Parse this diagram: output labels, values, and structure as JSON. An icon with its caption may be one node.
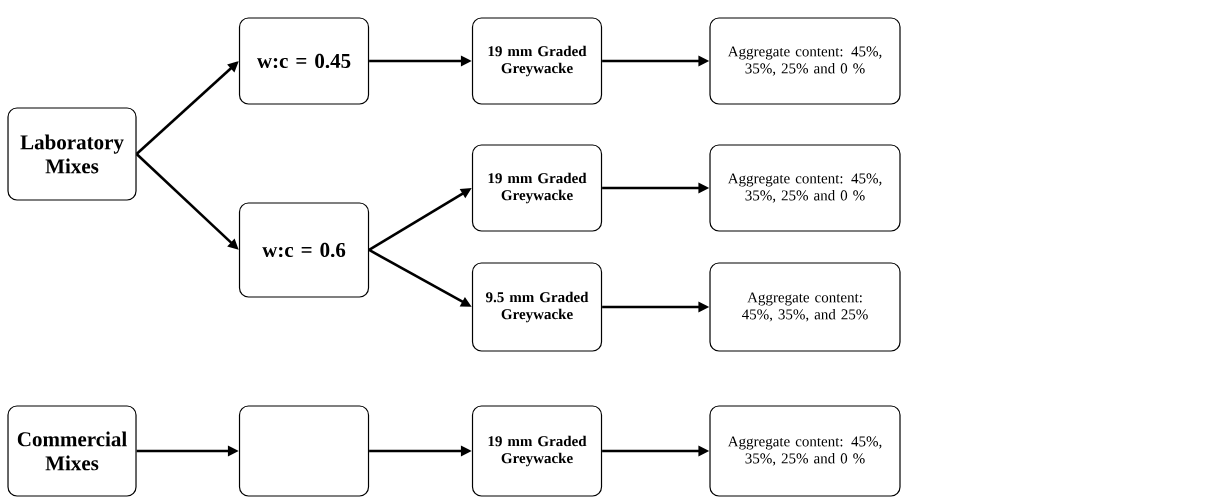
{
  "diagram": {
    "nodes": [
      {
        "text": [
          "Laboratory Mixes"
        ]
      },
      {
        "text": [
          "w:c = 0.45"
        ]
      },
      {
        "text": [
          "19 mm Graded Greywacke"
        ]
      },
      {
        "text": [
          "Aggregate content: 45%, 35%, 25% and 0 %"
        ]
      },
      {
        "text": [
          "w:c = 0.6"
        ]
      },
      {
        "text": [
          "19 mm Graded Greywacke"
        ]
      },
      {
        "text": [
          "Aggregate content: 45%, 35%, 25% and 0 %"
        ]
      },
      {
        "text": [
          "9.5 mm Graded Greywacke"
        ]
      },
      {
        "text": [
          "Aggregate content: 45%, 35%, and 25%"
        ]
      },
      {
        "text": [
          "Commercial Mixes"
        ]
      },
      {
        "text": [],
        "shape": "box"
      },
      {
        "text": [
          "19 mm Graded Greywacke"
        ]
      },
      {
        "text": [
          "Aggregate content: 45%, 35%, 25% and 0 %"
        ]
      }
    ],
    "edges": [
      {
        "from": 0,
        "to": 1,
        "arrow": "to"
      },
      {
        "from": 0,
        "to": 4,
        "arrow": "to"
      },
      {
        "from": 1,
        "to": 2,
        "arrow": "to"
      },
      {
        "from": 2,
        "to": 3,
        "arrow": "to"
      },
      {
        "from": 4,
        "to": 5,
        "arrow": "to"
      },
      {
        "from": 4,
        "to": 7,
        "arrow": "to"
      },
      {
        "from": 5,
        "to": 6,
        "arrow": "to"
      },
      {
        "from": 7,
        "to": 8,
        "arrow": "to"
      },
      {
        "from": 9,
        "to": 10,
        "arrow": "to"
      },
      {
        "from": 10,
        "to": 11,
        "arrow": "to"
      },
      {
        "from": 11,
        "to": 12,
        "arrow": "to"
      }
    ]
  }
}
